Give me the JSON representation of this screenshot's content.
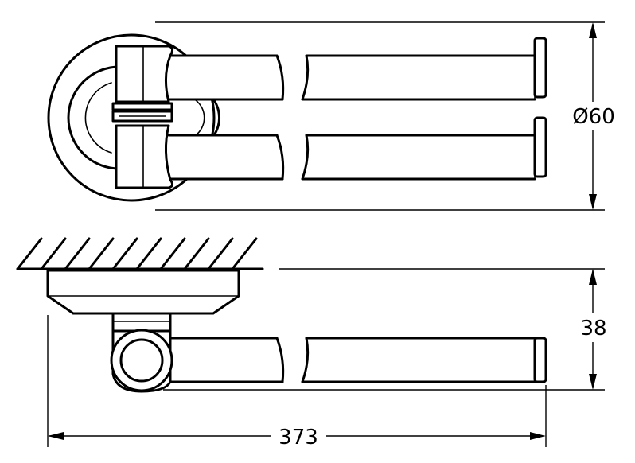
{
  "dimensions": {
    "diameter_label": "Ø60",
    "height_label": "38",
    "length_label": "373"
  }
}
